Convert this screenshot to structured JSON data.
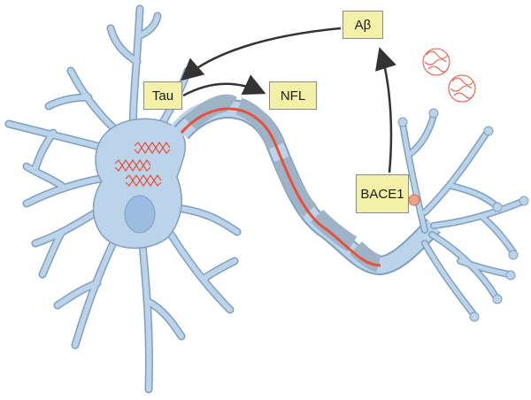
{
  "labels": {
    "tau": "Tau",
    "nfl": "NFL",
    "abeta": "Aβ",
    "bace1": "BACE1"
  },
  "colors": {
    "cell_fill": "#bcd4ea",
    "cell_stroke": "#7f9fbf",
    "nucleus": "#9dbde0",
    "myelin": "#9fb3c6",
    "axon_core": "#e8503a",
    "tangles": "#e8503a",
    "label_fill": "#f3f0a8",
    "arrow": "#333333"
  }
}
